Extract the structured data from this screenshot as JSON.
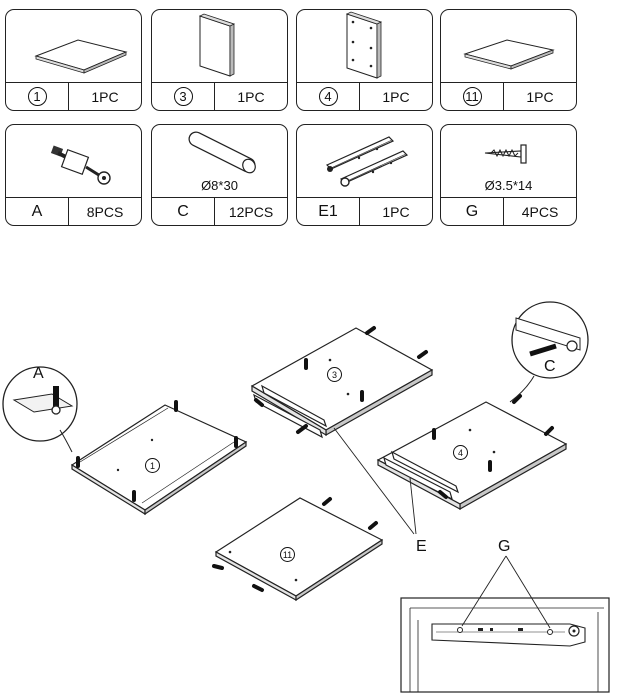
{
  "parts": [
    {
      "id": "1",
      "qty": "1PC"
    },
    {
      "id": "3",
      "qty": "1PC"
    },
    {
      "id": "4",
      "qty": "1PC"
    },
    {
      "id": "11",
      "qty": "1PC"
    }
  ],
  "hardware": [
    {
      "id": "A",
      "qty": "8PCS",
      "spec": ""
    },
    {
      "id": "C",
      "qty": "12PCS",
      "spec": "Ø8*30"
    },
    {
      "id": "E1",
      "qty": "1PC",
      "spec": ""
    },
    {
      "id": "G",
      "qty": "4PCS",
      "spec": "Ø3.5*14"
    }
  ],
  "diagram": {
    "callout_a": "A",
    "callout_c": "C",
    "callout_e": "E",
    "callout_g": "G",
    "panel_1": "1",
    "panel_3": "3",
    "panel_4": "4",
    "panel_11": "11"
  }
}
